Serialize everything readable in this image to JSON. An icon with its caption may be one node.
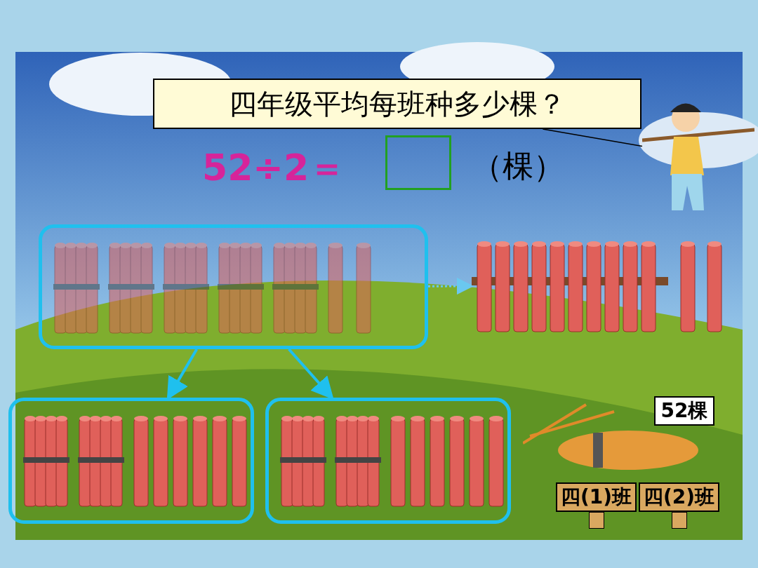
{
  "diagram": {
    "nodes": [
      {
        "text": [
          "四年级平均每班种多少棵？"
        ]
      },
      {
        "text": [],
        "shape": "person"
      },
      {
        "text": [],
        "shape": "box"
      },
      {
        "text": [],
        "shape": "box"
      },
      {
        "text": [],
        "shape": "picture"
      },
      {
        "text": [],
        "shape": "box"
      },
      {
        "text": [],
        "shape": "box"
      },
      {
        "text": [
          "52棵"
        ]
      },
      {
        "text": [
          "四(1)班"
        ]
      },
      {
        "text": [
          "四(2)班"
        ]
      }
    ],
    "edges": [
      {
        "from": 0,
        "to": 1,
        "arrow": "none",
        "color": "#000000"
      },
      {
        "from": 3,
        "to": 4,
        "arrow": "to",
        "style": "dashed",
        "color": "#6ac8f0"
      },
      {
        "from": 3,
        "to": 5,
        "arrow": "to"
      },
      {
        "from": 3,
        "to": 6,
        "arrow": "to"
      }
    ],
    "labels": [
      "52÷2＝",
      "（棵）"
    ]
  }
}
